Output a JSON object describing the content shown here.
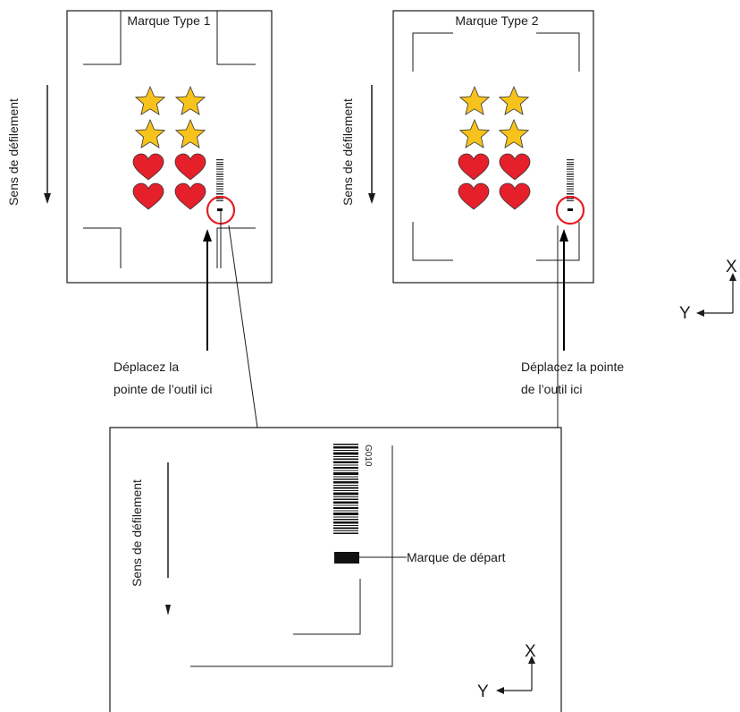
{
  "panel1": {
    "title": "Marque Type 1",
    "direction_label": "Sens de défilement",
    "instruction_line1": "Déplacez la",
    "instruction_line2": "pointe de l’outil ici"
  },
  "panel2": {
    "title": "Marque Type 2",
    "direction_label": "Sens de défilement",
    "instruction_line1": "Déplacez la pointe",
    "instruction_line2": "de l’outil ici"
  },
  "axes_top": {
    "x_label": "X",
    "y_label": "Y"
  },
  "detail": {
    "direction_label": "Sens de défilement",
    "barcode_text": "G010",
    "start_mark_label": "Marque de départ",
    "x_label": "X",
    "y_label": "Y"
  },
  "colors": {
    "star_fill": "#f7c21b",
    "heart_fill": "#e5202a",
    "circle_highlight": "#e31e24",
    "line": "#1a1a1a"
  },
  "icons": [
    "star-icon",
    "heart-icon",
    "barcode-icon",
    "arrow-down-icon",
    "arrow-up-icon"
  ]
}
